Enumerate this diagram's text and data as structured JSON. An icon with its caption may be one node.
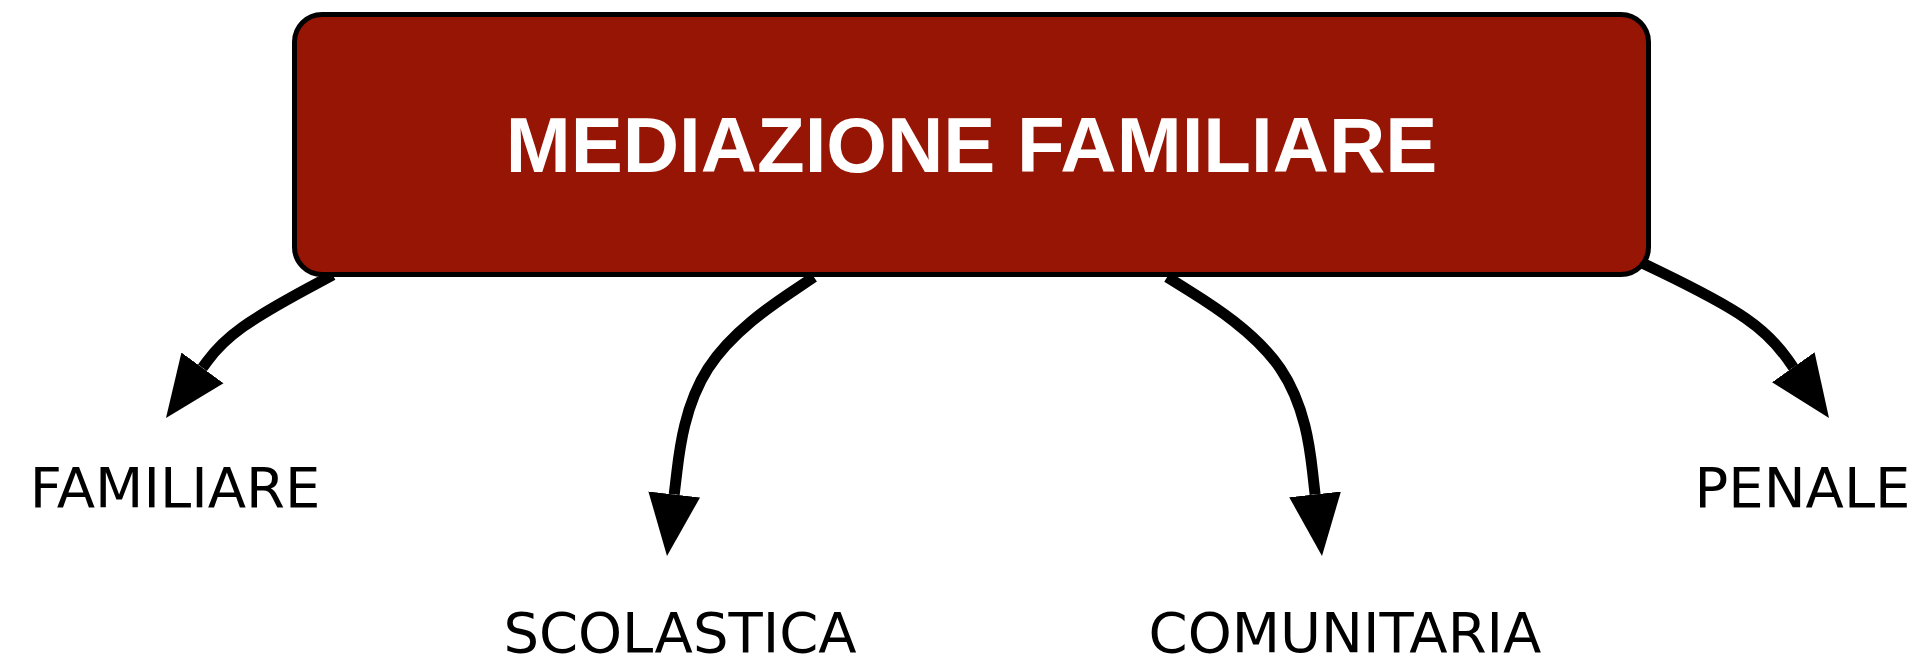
{
  "diagram": {
    "nodes": [
      {
        "text": [
          "MEDIAZIONE FAMILIARE"
        ]
      },
      {
        "text": [
          "FAMILIARE"
        ]
      },
      {
        "text": [
          "SCOLASTICA"
        ]
      },
      {
        "text": [
          "COMUNITARIA"
        ]
      },
      {
        "text": [
          "PENALE"
        ]
      }
    ],
    "edges": [
      {
        "from": 0,
        "to": 1,
        "arrow": "to"
      },
      {
        "from": 0,
        "to": 2,
        "arrow": "to"
      },
      {
        "from": 0,
        "to": 3,
        "arrow": "to"
      },
      {
        "from": 0,
        "to": 4,
        "arrow": "to"
      }
    ]
  }
}
